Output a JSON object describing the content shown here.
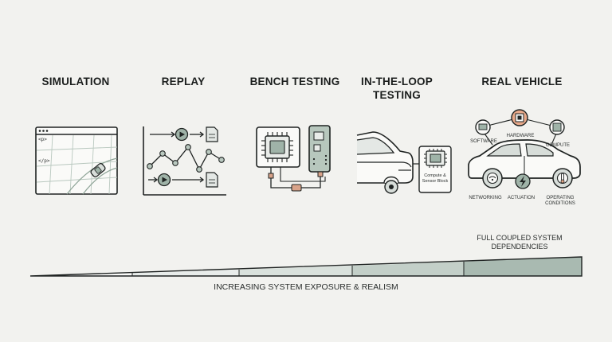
{
  "stages": [
    {
      "title": "SIMULATION"
    },
    {
      "title": "REPLAY"
    },
    {
      "title": "BENCH TESTING"
    },
    {
      "title": "IN-THE-LOOP\nTESTING"
    },
    {
      "title": "REAL VEHICLE"
    }
  ],
  "simulation": {
    "code_tag_1": "<p>",
    "code_tag_2": "</p>"
  },
  "in_the_loop": {
    "block_label": "Compute &\nSensor Block"
  },
  "real_vehicle": {
    "software": "SOFTWARE",
    "hardware": "HARDWARE",
    "compute": "COMPUTE",
    "networking": "NETWORKING",
    "actuation": "ACTUATION",
    "operating": "OPERATING\nCONDITIONS"
  },
  "ramp": {
    "end_label": "FULL COUPLED SYSTEM\nDEPENDENCIES",
    "caption": "INCREASING SYSTEM EXPOSURE & REALISM"
  },
  "colors": {
    "accent_green": "#9fb3a8",
    "highlight_orange": "#e8a98a",
    "line": "#1f2322"
  }
}
